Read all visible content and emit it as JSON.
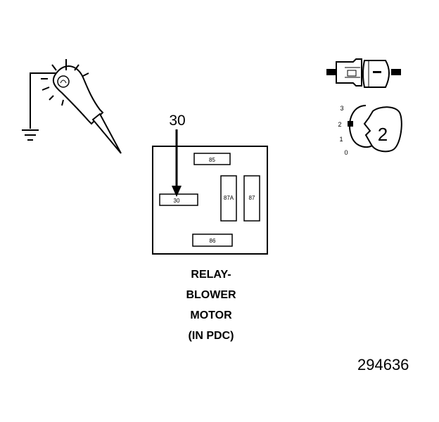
{
  "test_light": {
    "icon": "test-light-probe-icon",
    "ground_icon": "ground-symbol-icon"
  },
  "relay": {
    "callout": "30",
    "terminals": {
      "t85": "85",
      "t30": "30",
      "t87a": "87A",
      "t87": "87",
      "t86": "86"
    },
    "caption": [
      "RELAY-",
      "BLOWER",
      "MOTOR",
      "(IN PDC)"
    ]
  },
  "switch": {
    "connector_icon": "blower-switch-connector-icon",
    "knob_icon": "blower-switch-knob-icon",
    "position_labels": [
      "3",
      "2",
      "1",
      "0"
    ],
    "selected_position": "2"
  },
  "figure_id": "294636"
}
